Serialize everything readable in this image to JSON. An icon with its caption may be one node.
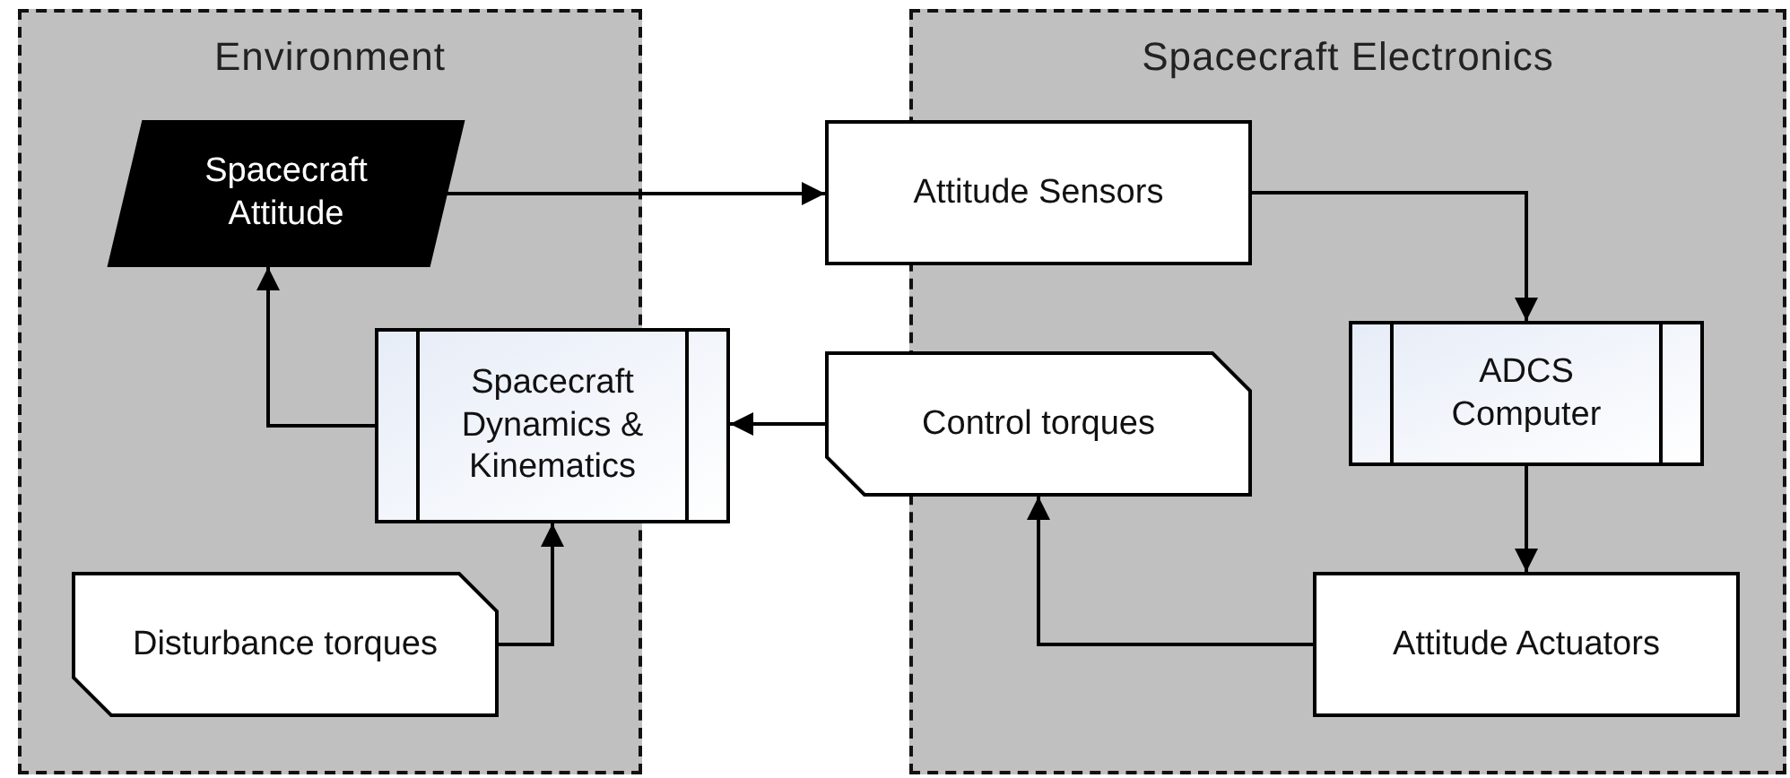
{
  "diagram": {
    "nodes": [
      {
        "text": [
          "Environment"
        ]
      },
      {
        "text": [
          "Spacecraft Electronics"
        ]
      },
      {
        "text": [
          "Spacecraft Attitude"
        ],
        "in": 0
      },
      {
        "text": [
          "Attitude Sensors"
        ]
      },
      {
        "text": [
          "Spacecraft Dynamics & Kinematics"
        ]
      },
      {
        "text": [
          "Control torques"
        ]
      },
      {
        "text": [
          "ADCS Computer"
        ],
        "in": 1
      },
      {
        "text": [
          "Disturbance torques"
        ],
        "in": 0
      },
      {
        "text": [
          "Attitude Actuators"
        ],
        "in": 1
      }
    ],
    "edges": [
      {
        "from": 2,
        "to": 3,
        "arrow": "to"
      },
      {
        "from": 3,
        "to": 6,
        "arrow": "to"
      },
      {
        "from": 6,
        "to": 8,
        "arrow": "to"
      },
      {
        "from": 8,
        "to": 5,
        "arrow": "to"
      },
      {
        "from": 5,
        "to": 4,
        "arrow": "to"
      },
      {
        "from": 4,
        "to": 2,
        "arrow": "to"
      },
      {
        "from": 7,
        "to": 4,
        "arrow": "to"
      }
    ]
  }
}
